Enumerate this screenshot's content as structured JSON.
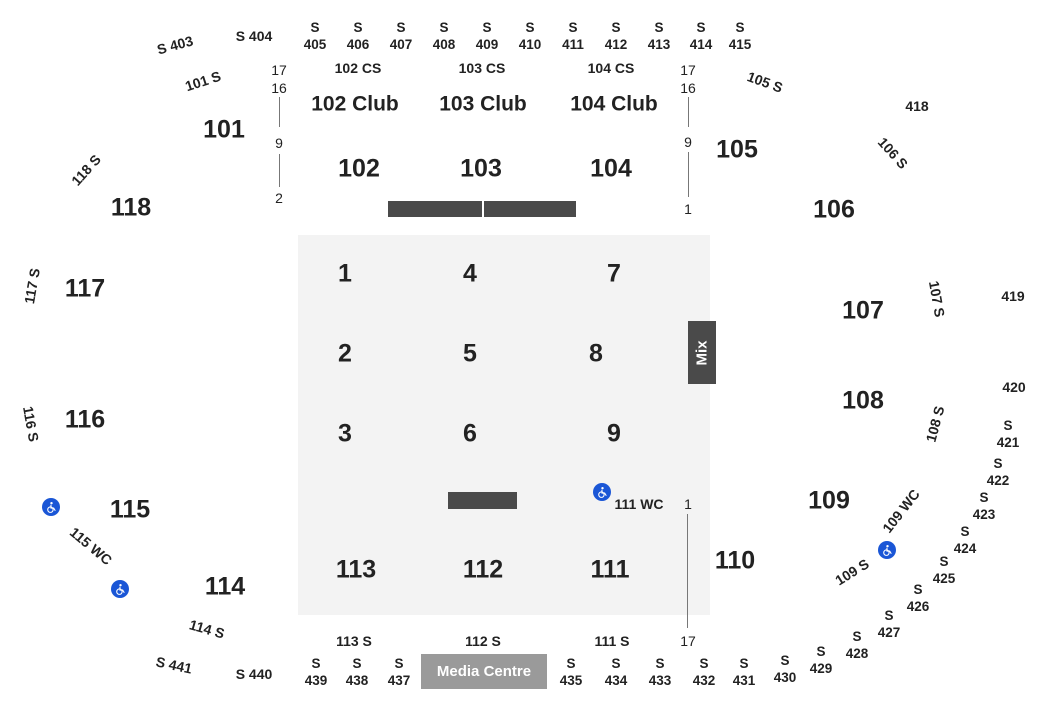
{
  "upper_suites_top": [
    {
      "s": "S",
      "n": "405"
    },
    {
      "s": "S",
      "n": "406"
    },
    {
      "s": "S",
      "n": "407"
    },
    {
      "s": "S",
      "n": "408"
    },
    {
      "s": "S",
      "n": "409"
    },
    {
      "s": "S",
      "n": "410"
    },
    {
      "s": "S",
      "n": "411"
    },
    {
      "s": "S",
      "n": "412"
    },
    {
      "s": "S",
      "n": "413"
    },
    {
      "s": "S",
      "n": "414"
    },
    {
      "s": "S",
      "n": "415"
    }
  ],
  "upper_suites_bottom": [
    {
      "s": "S",
      "n": "439"
    },
    {
      "s": "S",
      "n": "438"
    },
    {
      "s": "S",
      "n": "437"
    },
    {
      "s": "S",
      "n": "435"
    },
    {
      "s": "S",
      "n": "434"
    },
    {
      "s": "S",
      "n": "433"
    },
    {
      "s": "S",
      "n": "432"
    },
    {
      "s": "S",
      "n": "431"
    },
    {
      "s": "S",
      "n": "430"
    },
    {
      "s": "S",
      "n": "429"
    },
    {
      "s": "S",
      "n": "428"
    },
    {
      "s": "S",
      "n": "427"
    },
    {
      "s": "S",
      "n": "426"
    },
    {
      "s": "S",
      "n": "425"
    },
    {
      "s": "S",
      "n": "424"
    },
    {
      "s": "S",
      "n": "423"
    },
    {
      "s": "S",
      "n": "422"
    },
    {
      "s": "S",
      "n": "421"
    }
  ],
  "suites_named": {
    "s403": "S 403",
    "s404": "S 404",
    "s440": "S 440",
    "s441": "S 441",
    "s418": "418",
    "s419": "419",
    "s420": "420"
  },
  "sections": {
    "s101": "101",
    "s102": "102",
    "s103": "103",
    "s104": "104",
    "s105": "105",
    "s106": "106",
    "s107": "107",
    "s108": "108",
    "s109": "109",
    "s110": "110",
    "s111": "111",
    "s112": "112",
    "s113": "113",
    "s114": "114",
    "s115": "115",
    "s116": "116",
    "s117": "117",
    "s118": "118"
  },
  "clubs": {
    "c102": "102 Club",
    "c103": "103 Club",
    "c104": "104 Club"
  },
  "club_suites": {
    "cs102": "102 CS",
    "cs103": "103 CS",
    "cs104": "104 CS"
  },
  "floor": {
    "f1": "1",
    "f2": "2",
    "f3": "3",
    "f4": "4",
    "f5": "5",
    "f6": "6",
    "f7": "7",
    "f8": "8",
    "f9": "9"
  },
  "row_markers": {
    "l17": "17",
    "l16": "16",
    "l9": "9",
    "l2": "2",
    "r17": "17",
    "r16": "16",
    "r9": "9",
    "r1": "1",
    "b1": "1",
    "b17": "17"
  },
  "side_suites": {
    "s101s": "101 S",
    "s105s": "105 S",
    "s106s": "106 S",
    "s107s": "107 S",
    "s108s": "108 S",
    "s109s": "109 S",
    "s111s": "111 S",
    "s112s": "112 S",
    "s113s": "113 S",
    "s114s": "114 S",
    "s116s": "116 S",
    "s117s": "117 S",
    "s118s": "118 S"
  },
  "wheelchair": {
    "w109": "109 WC",
    "w111": "111 WC",
    "w115": "115 WC"
  },
  "mix_label": "Mix",
  "media_label": "Media Centre",
  "icons": {
    "accessible": "wheelchair-icon",
    "accent": "#1a56d6",
    "bar_color": "#4a4a4a",
    "media_color": "#9a9a9a"
  }
}
